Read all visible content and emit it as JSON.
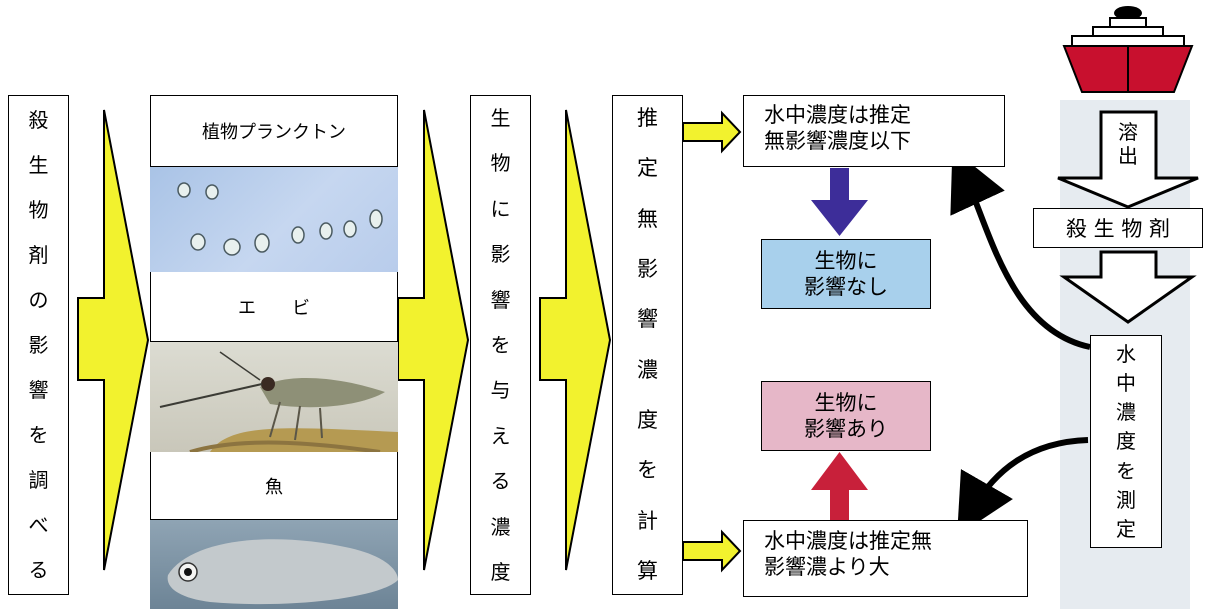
{
  "left_column": {
    "chars": [
      "殺",
      "生",
      "物",
      "剤",
      "の",
      "影",
      "響",
      "を",
      "調",
      "べ",
      "る"
    ]
  },
  "organisms": {
    "phytoplankton_label": "植物プランクトン",
    "shrimp_label": "エ　　ビ",
    "fish_label": "魚"
  },
  "effect_column": {
    "chars": [
      "生",
      "物",
      "に",
      "影",
      "響",
      "を",
      "与",
      "え",
      "る",
      "濃",
      "度"
    ]
  },
  "pnec_column": {
    "chars": [
      "推",
      "定",
      "無",
      "影",
      "響",
      "濃",
      "度",
      "を",
      "計",
      "算"
    ]
  },
  "outcome_below": {
    "line1": "水中濃度は推定",
    "line2": "無影響濃度以下"
  },
  "result_no_effect": {
    "line1": "生物に",
    "line2": "影響なし"
  },
  "result_effect": {
    "line1": "生物に",
    "line2": "影響あり"
  },
  "outcome_above": {
    "line1": "水中濃度は推定無",
    "line2": "影響濃より大"
  },
  "ship_column": {
    "elution_chars": [
      "溶",
      "出"
    ],
    "biocide_label": "殺 生 物 剤",
    "measure_chars": [
      "水",
      "中",
      "濃",
      "度",
      "を",
      "測",
      "定"
    ]
  },
  "colors": {
    "yellow_arrow": "#f2f22e",
    "no_effect_box": "#a8d0ec",
    "effect_box": "#e6b7c8",
    "blue_arrow": "#3d2d99",
    "red_arrow": "#c8203a",
    "ship_red": "#c8102e",
    "panel_bg": "#e6ebf0"
  }
}
